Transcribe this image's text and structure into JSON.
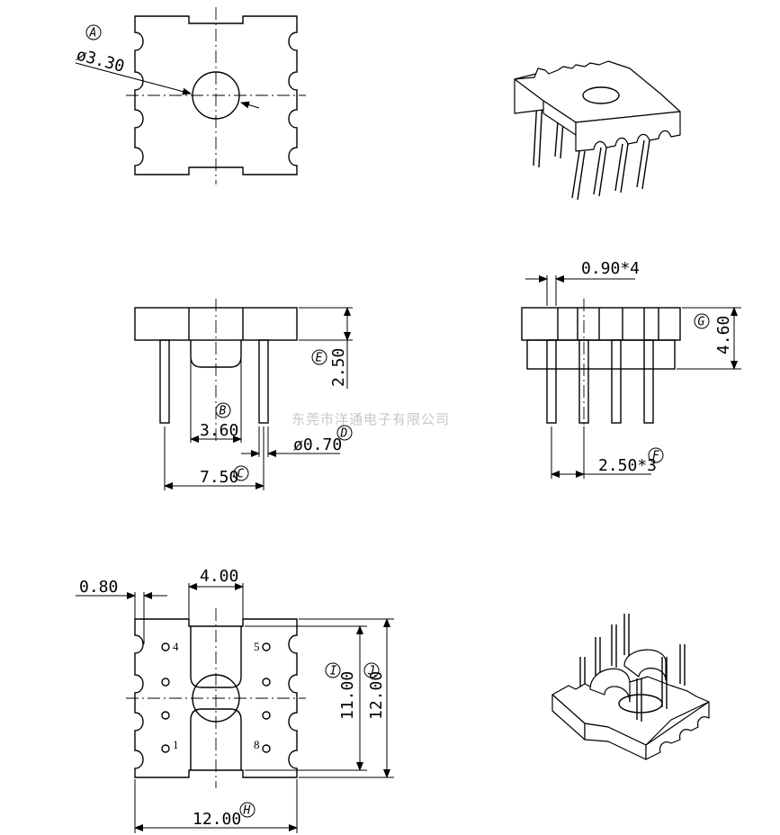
{
  "watermark": "东莞市洋通电子有限公司",
  "top_view": {
    "tag_a": "A",
    "hole_diameter": "ø3.30"
  },
  "front_view": {
    "tag_b": "B",
    "tag_c": "C",
    "tag_d": "D",
    "tag_e": "E",
    "slot_width": "3.60",
    "pin_span": "7.50",
    "pin_diameter": "ø0.70",
    "flange_height": "2.50"
  },
  "side_view": {
    "tag_f": "F",
    "tag_g": "G",
    "pin_width": "0.90*4",
    "pin_pitch": "2.50*3",
    "body_height": "4.60"
  },
  "bottom_view": {
    "tag_h": "H",
    "tag_i": "I",
    "tag_j": "J",
    "notch_depth": "0.80",
    "slot_width": "4.00",
    "inner_length": "11.00",
    "outer_length": "12.00",
    "outer_width": "12.00",
    "pin_labels": [
      "4",
      "5",
      "1",
      "8"
    ]
  }
}
